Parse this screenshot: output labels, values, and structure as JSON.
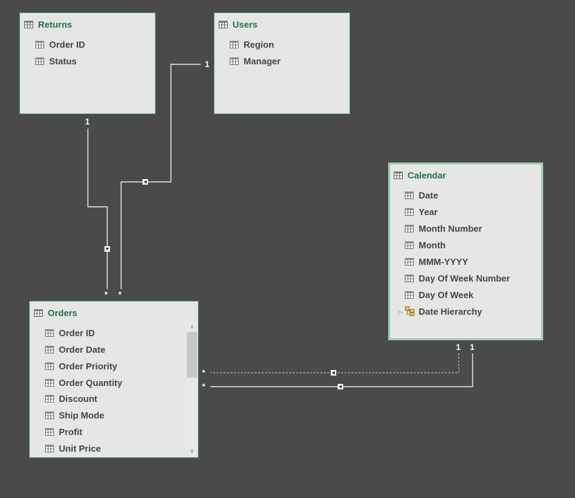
{
  "tables": {
    "returns": {
      "title": "Returns",
      "fields": [
        "Order ID",
        "Status"
      ]
    },
    "users": {
      "title": "Users",
      "fields": [
        "Region",
        "Manager"
      ]
    },
    "calendar": {
      "title": "Calendar",
      "fields": [
        "Date",
        "Year",
        "Month Number",
        "Month",
        "MMM-YYYY",
        "Day Of Week Number",
        "Day Of Week"
      ],
      "hierarchy": "Date Hierarchy"
    },
    "orders": {
      "title": "Orders",
      "fields": [
        "Order ID",
        "Order Date",
        "Order Priority",
        "Order Quantity",
        "Discount",
        "Ship Mode",
        "Profit",
        "Unit Price"
      ]
    }
  },
  "relationships": {
    "one_label": "1",
    "many_label": "*"
  },
  "colors": {
    "canvas": "#4a4a4a",
    "table_bg": "#e6e6e6",
    "table_title": "#217346",
    "table_border": "#5fa07c",
    "line": "#ffffff"
  }
}
